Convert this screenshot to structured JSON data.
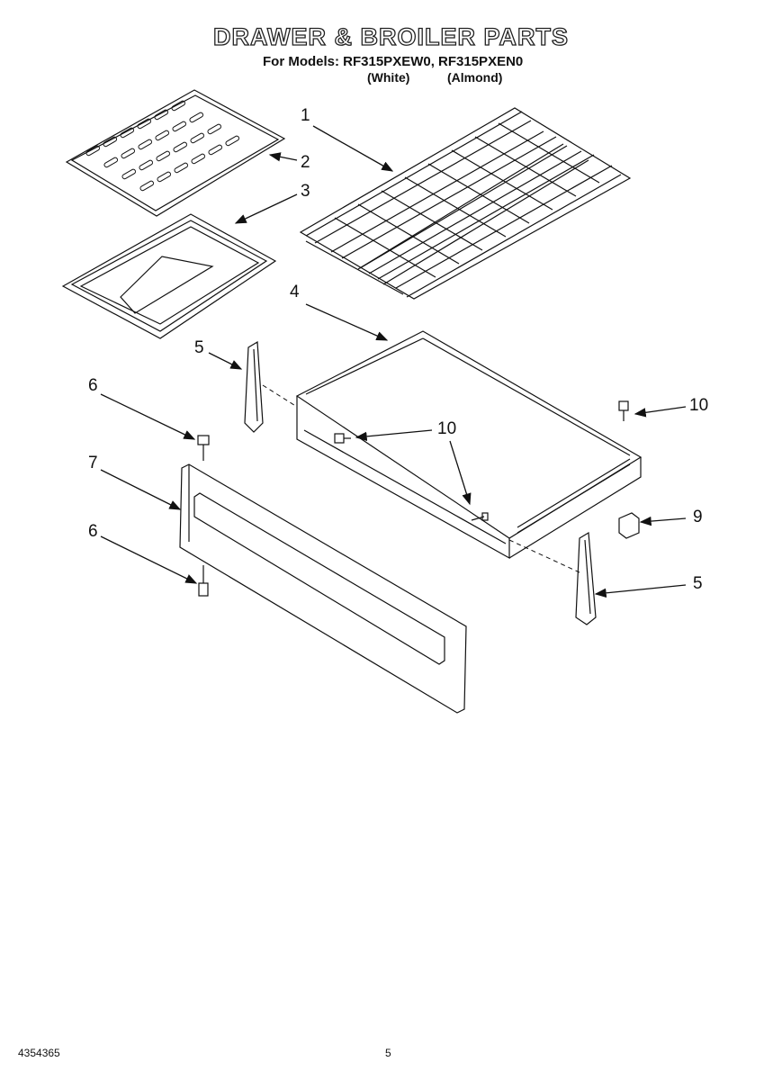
{
  "header": {
    "title": "DRAWER & BROILER PARTS",
    "subtitle": "For Models: RF315PXEW0, RF315PXEN0",
    "color_white": "(White)",
    "color_almond": "(Almond)"
  },
  "callouts": {
    "c1": "1",
    "c2": "2",
    "c3": "3",
    "c4": "4",
    "c5a": "5",
    "c5b": "5",
    "c6a": "6",
    "c6b": "6",
    "c7": "7",
    "c9": "9",
    "c10a": "10",
    "c10b": "10"
  },
  "footer": {
    "doc_number": "4354365",
    "page": "5"
  }
}
